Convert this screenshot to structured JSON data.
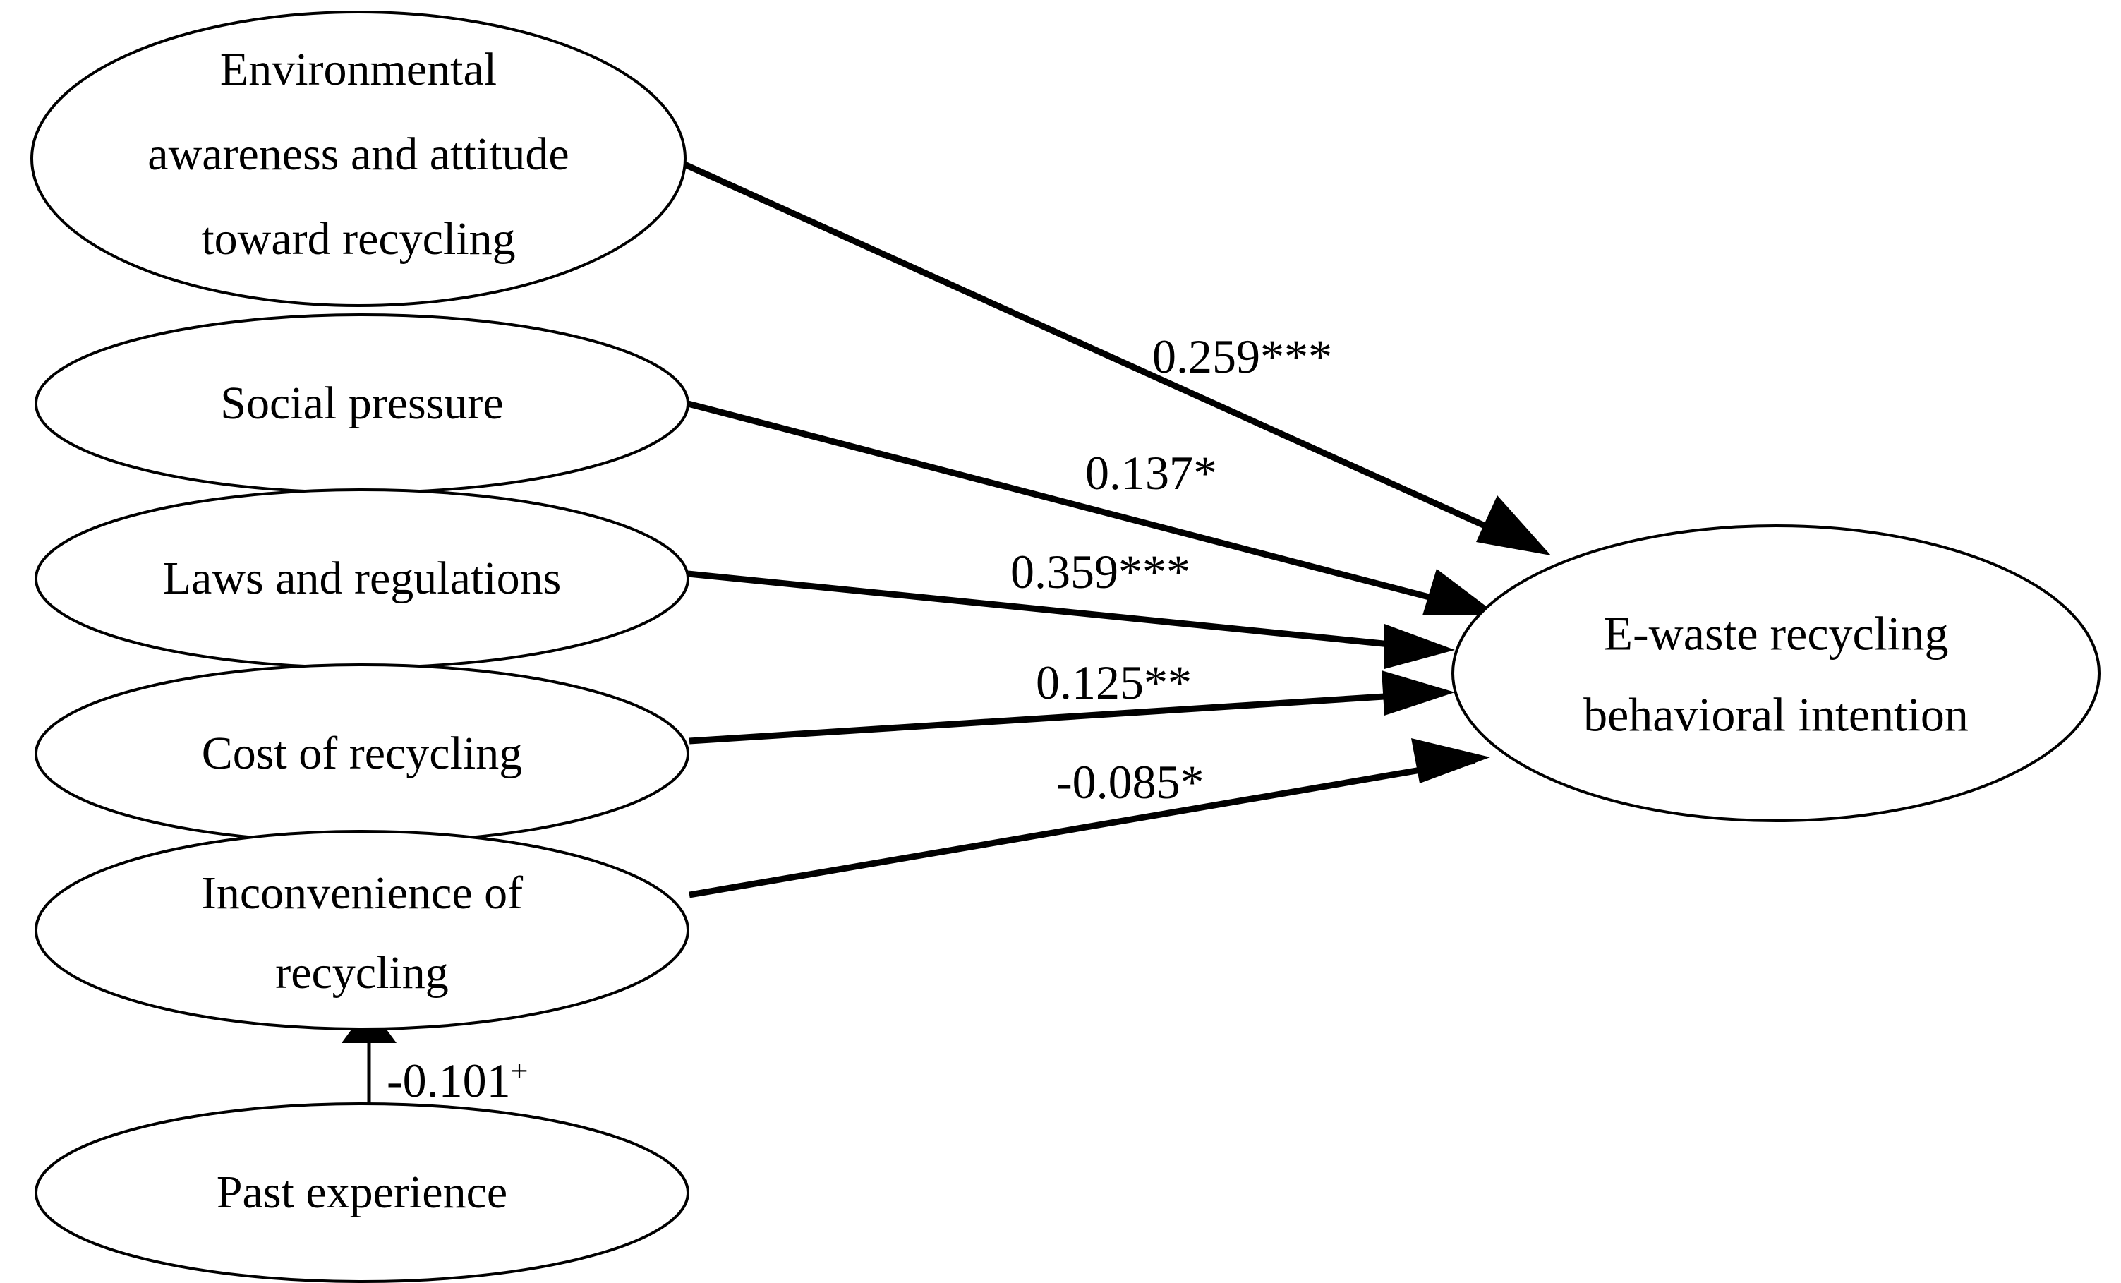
{
  "diagram": {
    "type": "path-diagram",
    "title": "E-waste recycling behavioral intention path model",
    "background_color": "#ffffff",
    "line_color": "#000000",
    "text_color": "#000000",
    "predictors": [
      {
        "id": "environmental-awareness",
        "label_line1": "Environmental",
        "label_line2": "awareness and attitude",
        "label_line3": "toward recycling",
        "full_label": "Environmental awareness and attitude toward recycling"
      },
      {
        "id": "social-pressure",
        "label_line1": "Social pressure",
        "label_line2": "",
        "label_line3": "",
        "full_label": "Social pressure"
      },
      {
        "id": "laws-and-regulations",
        "label_line1": "Laws and regulations",
        "label_line2": "",
        "label_line3": "",
        "full_label": "Laws and regulations"
      },
      {
        "id": "cost-of-recycling",
        "label_line1": "Cost of recycling",
        "label_line2": "",
        "label_line3": "",
        "full_label": "Cost of recycling"
      },
      {
        "id": "inconvenience-of-recycling",
        "label_line1": "Inconvenience of",
        "label_line2": "recycling",
        "label_line3": "",
        "full_label": "Inconvenience of recycling"
      },
      {
        "id": "past-experience",
        "label_line1": "Past experience",
        "label_line2": "",
        "label_line3": "",
        "full_label": "Past experience"
      }
    ],
    "outcome": {
      "id": "ewaste-recycling-behavioral-intention",
      "label_line1": "E-waste recycling",
      "label_line2": "behavioral intention",
      "full_label": "E-waste recycling behavioral intention"
    },
    "paths": [
      {
        "id": "path-environmental-to-outcome",
        "from": "environmental-awareness",
        "to": "ewaste-recycling-behavioral-intention",
        "coefficient": "0.259",
        "significance": "***",
        "label": "0.259***",
        "value": 0.259
      },
      {
        "id": "path-social-to-outcome",
        "from": "social-pressure",
        "to": "ewaste-recycling-behavioral-intention",
        "coefficient": "0.137",
        "significance": "*",
        "label": "0.137*",
        "value": 0.137
      },
      {
        "id": "path-laws-to-outcome",
        "from": "laws-and-regulations",
        "to": "ewaste-recycling-behavioral-intention",
        "coefficient": "0.359",
        "significance": "***",
        "label": "0.359***",
        "value": 0.359
      },
      {
        "id": "path-cost-to-outcome",
        "from": "cost-of-recycling",
        "to": "ewaste-recycling-behavioral-intention",
        "coefficient": "0.125",
        "significance": "**",
        "label": "0.125**",
        "value": 0.125
      },
      {
        "id": "path-inconvenience-to-outcome",
        "from": "inconvenience-of-recycling",
        "to": "ewaste-recycling-behavioral-intention",
        "coefficient": "-0.085",
        "significance": "*",
        "label": "-0.085*",
        "value": -0.085
      },
      {
        "id": "path-past-experience-to-inconvenience",
        "from": "past-experience",
        "to": "inconvenience-of-recycling",
        "coefficient": "-0.101",
        "significance": "+",
        "label": "-0.101+",
        "value": -0.101
      }
    ]
  }
}
